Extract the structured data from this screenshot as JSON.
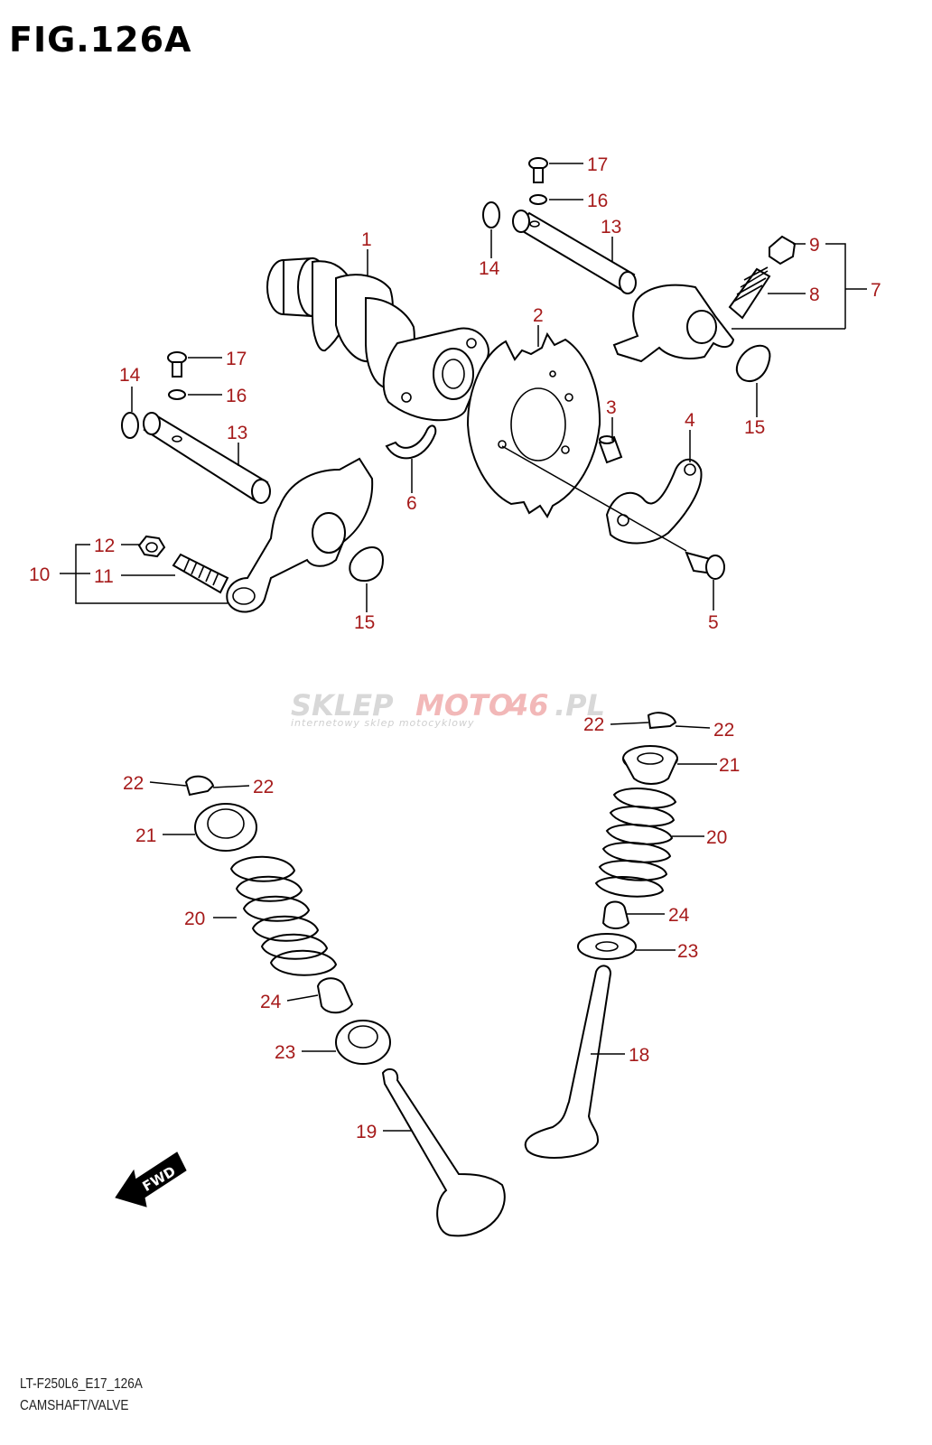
{
  "figure": {
    "title": "FIG.126A",
    "code": "LT-F250L6_E17_126A",
    "name": "CAMSHAFT/VALVE"
  },
  "watermark": {
    "brand_a": "SKLEP",
    "brand_b": "MOTO",
    "brand_c": "46",
    "brand_d": ".PL",
    "tagline": "internetowy sklep motocyklowy"
  },
  "fwd_label": "FWD",
  "callouts": {
    "c1": "1",
    "c2": "2",
    "c3": "3",
    "c4": "4",
    "c5": "5",
    "c6": "6",
    "c7": "7",
    "c8": "8",
    "c9": "9",
    "c10": "10",
    "c11": "11",
    "c12": "12",
    "c13a": "13",
    "c13b": "13",
    "c14a": "14",
    "c14b": "14",
    "c15a": "15",
    "c15b": "15",
    "c16a": "16",
    "c16b": "16",
    "c17a": "17",
    "c17b": "17",
    "c18": "18",
    "c19": "19",
    "c20a": "20",
    "c20b": "20",
    "c21a": "21",
    "c21b": "21",
    "c22a": "22",
    "c22b": "22",
    "c22c": "22",
    "c22d": "22",
    "c23a": "23",
    "c23b": "23",
    "c24a": "24",
    "c24b": "24"
  }
}
